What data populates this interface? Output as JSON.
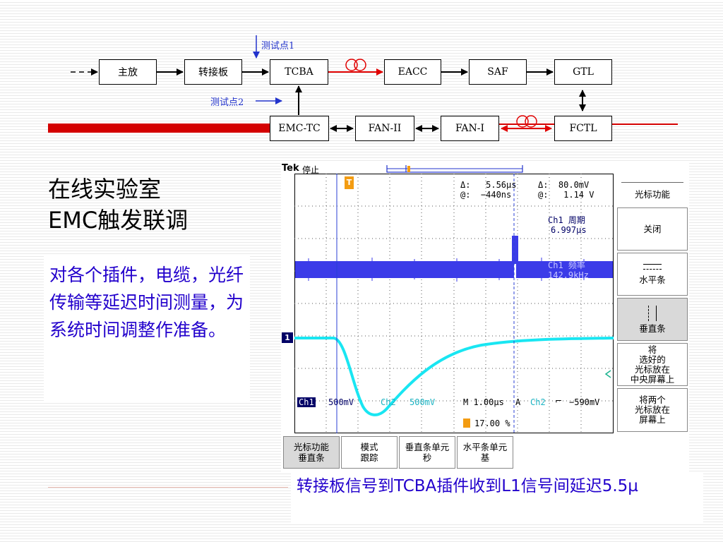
{
  "diagram": {
    "test_point_1": "测试点1",
    "test_point_2": "测试点2",
    "blocks": {
      "main_amp": "主放",
      "adapter": "转接板",
      "tcba": "TCBA",
      "eacc": "EACC",
      "saf": "SAF",
      "gtl": "GTL",
      "emc_tc": "EMC-TC",
      "fan_ii": "FAN-II",
      "fan_i": "FAN-I",
      "fctl": "FCTL"
    }
  },
  "title": {
    "line1": "在线实验室",
    "line2": "EMC触发联调"
  },
  "description": "对各个插件，电缆，光纤传输等延迟时间测量，为系统时间调整作准备。",
  "scope": {
    "brand": "Tek",
    "state": "停止",
    "trigger_marker": "T",
    "delta_time": "Δ:   5.56µs",
    "at_time": "@:  −440ns",
    "delta_volt": "Δ:  80.0mV",
    "at_volt": "@:   1.14 V",
    "period_label": "Ch1 周期",
    "period_value": "6.997µs",
    "freq_label": "Ch1 频率",
    "freq_value": "142.9kHz",
    "ch1_marker": "1",
    "ch1_label": "Ch1",
    "ch1_scale": "500mV",
    "ch2_label": "Ch2",
    "ch2_scale": "500mV",
    "timebase": "M 1.00µs",
    "trigger_src": "A",
    "trigger_ch": "Ch2",
    "trigger_level": "−590mV",
    "trigger_pos": "17.00 %",
    "side_menu": {
      "header": "光标功能",
      "off": "关闭",
      "horizontal": "水平条",
      "vertical": "垂直条",
      "center_l1": "将",
      "center_l2": "选好的",
      "center_l3": "光标放在",
      "center_l4": "中央屏幕上",
      "both_l1": "将两个",
      "both_l2": "光标放在",
      "both_l3": "屏幕上"
    },
    "bottom_menu": {
      "b1_l1": "光标功能",
      "b1_l2": "垂直条",
      "b2_l1": "模式",
      "b2_l2": "跟踪",
      "b3_l1": "垂直条单元",
      "b3_l2": "秒",
      "b4_l1": "水平条单元",
      "b4_l2": "基"
    }
  },
  "caption": "转接板信号到TCBA插件收到L1信号间延迟5.5µ"
}
